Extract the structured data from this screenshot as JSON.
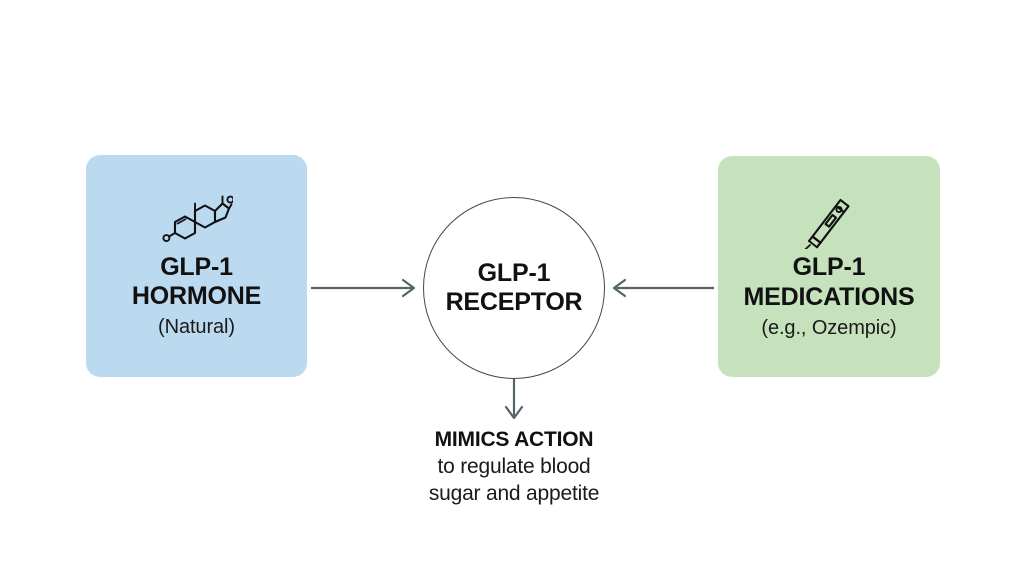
{
  "diagram": {
    "background_color": "#ffffff",
    "line_color": "#56646a",
    "text_color": "#111111"
  },
  "left_card": {
    "icon": "steroid-molecule-icon",
    "title": "GLP-1\nHORMONE",
    "subtitle": "(Natural)",
    "background_color": "#bbd9ef"
  },
  "center_node": {
    "label": "GLP-1\nRECEPTOR",
    "shape": "circle",
    "background_color": "#ffffff",
    "border_color": "#3f4a4a"
  },
  "right_card": {
    "icon": "injection-pen-icon",
    "title": "GLP-1\nMEDICATIONS",
    "subtitle": "(e.g., Ozempic)",
    "background_color": "#c5e2bd"
  },
  "connectors": [
    {
      "name": "left-to-center",
      "direction": "right"
    },
    {
      "name": "right-to-center",
      "direction": "left"
    },
    {
      "name": "center-to-caption",
      "direction": "down"
    }
  ],
  "caption": {
    "title": "MIMICS ACTION",
    "body": "to regulate blood\nsugar and appetite"
  }
}
